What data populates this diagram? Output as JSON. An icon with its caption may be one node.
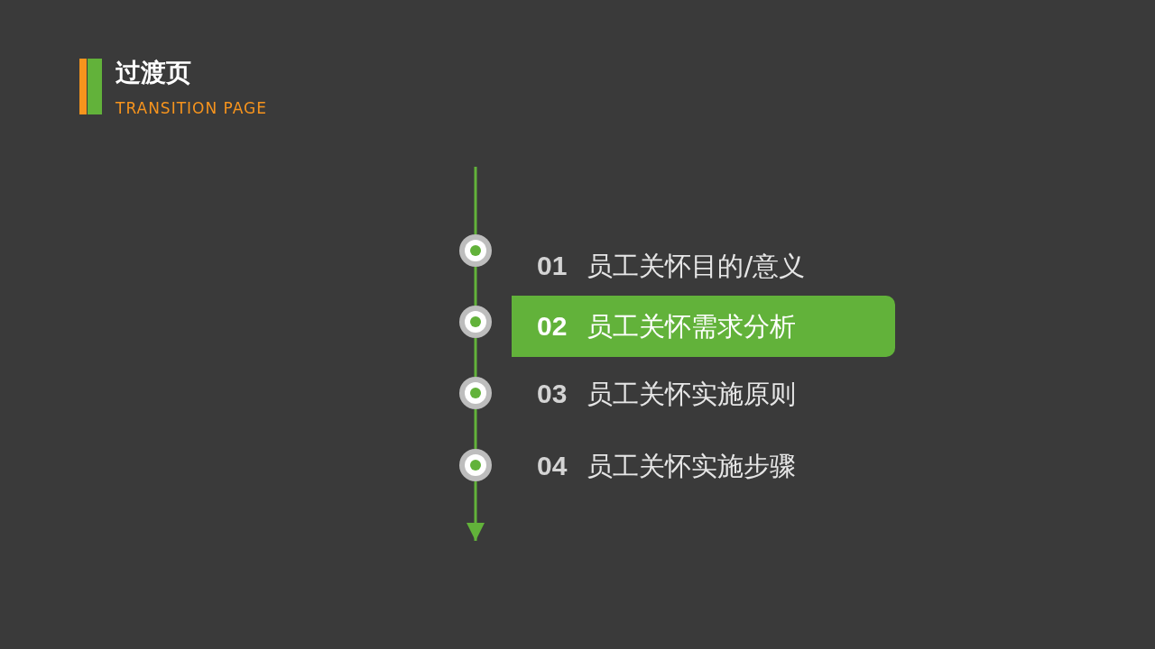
{
  "diagram": {
    "title": "过渡页",
    "nodes": [
      {
        "text": [],
        "shape": "circle"
      },
      {
        "text": [],
        "shape": "circle"
      },
      {
        "text": [],
        "shape": "circle"
      },
      {
        "text": [],
        "shape": "circle"
      },
      {
        "text": [
          "01",
          "员工关怀目的/意义"
        ]
      },
      {
        "text": [
          "02",
          "员工关怀需求分析"
        ]
      },
      {
        "text": [
          "03",
          "员工关怀实施原则"
        ]
      },
      {
        "text": [
          "04",
          "员工关怀实施步骤"
        ]
      }
    ],
    "edges": [
      {
        "from": null,
        "to": 0,
        "arrow": "none"
      },
      {
        "from": 0,
        "to": 1,
        "arrow": "none"
      },
      {
        "from": 1,
        "to": 2,
        "arrow": "none"
      },
      {
        "from": 2,
        "to": 3,
        "arrow": "none"
      },
      {
        "from": 3,
        "to": null,
        "arrow": "to"
      }
    ],
    "labels": [
      "TRANSITION PAGE"
    ]
  }
}
